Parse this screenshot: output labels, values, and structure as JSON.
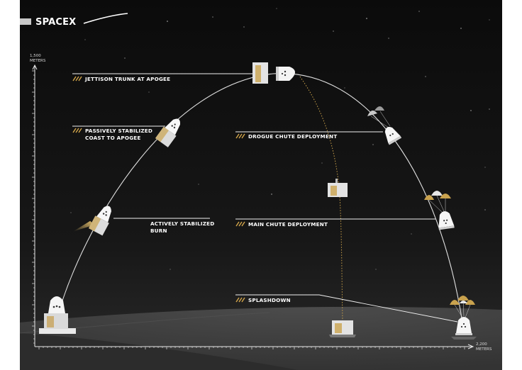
{
  "brand": {
    "name": "SPACEX"
  },
  "axes": {
    "y_top_value": "1,500",
    "y_top_unit": "METERS",
    "x_end_value": "2,200",
    "x_end_unit": "METERS"
  },
  "labels": {
    "jettison": "JETTISON TRUNK AT APOGEE",
    "coast_line1": "PASSIVELY STABILIZED",
    "coast_line2": "COAST TO APOGEE",
    "burn_line1": "ACTIVELY STABILIZED",
    "burn_line2": "BURN",
    "drogue": "DROGUE CHUTE DEPLOYMENT",
    "main": "MAIN CHUTE DEPLOYMENT",
    "splash": "SPLASHDOWN"
  },
  "colors": {
    "sky_top": "#0c0c0c",
    "sky_bottom": "#232323",
    "ground": "#3e3e3e",
    "accent_gold": "#d3a64a",
    "line": "#e6e6e6"
  }
}
